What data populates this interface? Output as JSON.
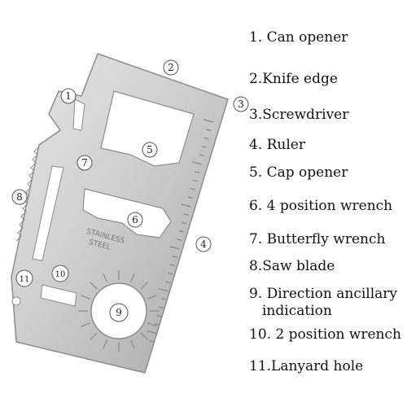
{
  "legend": [
    {
      "num": "1",
      "text": "1. Can opener"
    },
    {
      "num": "2",
      "text": "2.Knife edge"
    },
    {
      "num": "3",
      "text": "3.Screwdriver"
    },
    {
      "num": "4",
      "text": "4. Ruler"
    },
    {
      "num": "5",
      "text": "5. Cap opener"
    },
    {
      "num": "6",
      "text": "6. 4 position wrench"
    },
    {
      "num": "7",
      "text": "7. Butterfly wrench"
    },
    {
      "num": "8",
      "text": "8.Saw blade"
    },
    {
      "num": "9",
      "text": "9. Direction ancillary",
      "text2": "indication"
    },
    {
      "num": "10",
      "text": "10. 2 position wrench"
    },
    {
      "num": "11",
      "text": "11.Lanyard hole"
    }
  ],
  "callouts": [
    "1",
    "2",
    "3",
    "4",
    "5",
    "6",
    "7",
    "8",
    "9",
    "10",
    "11"
  ],
  "stamp": {
    "line1": "STAINLESS",
    "line2": "STEEL"
  },
  "colors": {
    "steel_light": "#dcdcdc",
    "steel_dark": "#a9a9a9",
    "outline": "#8c8c8c",
    "text": "#111111"
  }
}
